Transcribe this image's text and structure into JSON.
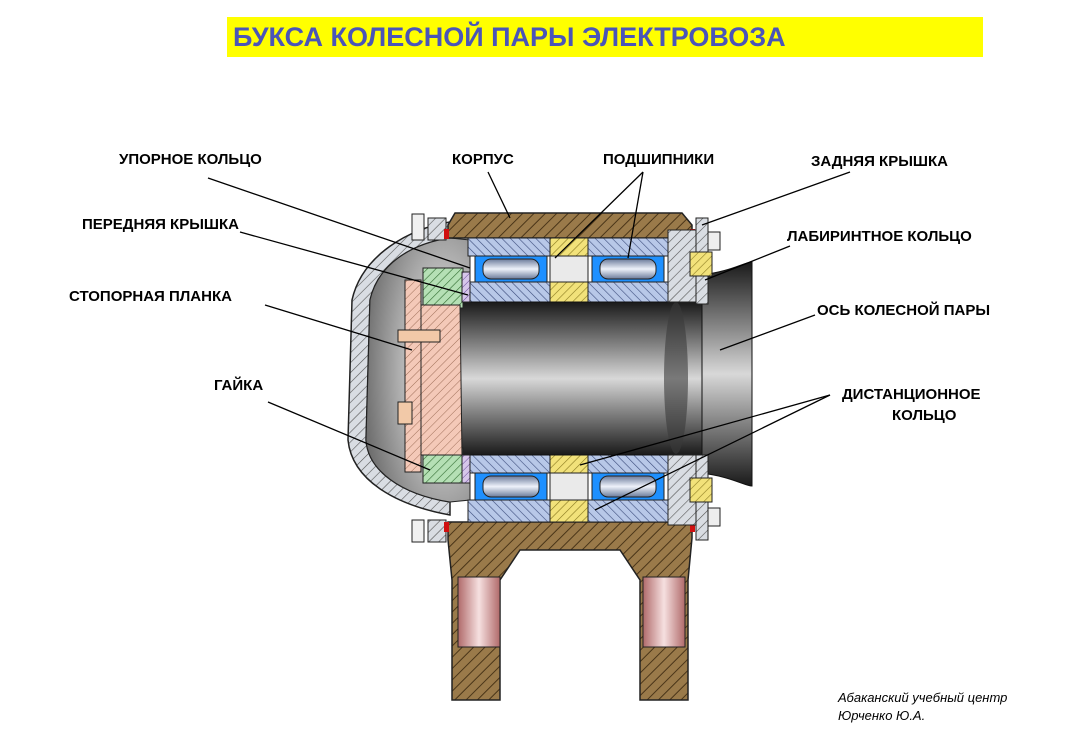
{
  "title": "БУКСА  КОЛЕСНОЙ ПАРЫ ЭЛЕКТРОВОЗА",
  "labels": {
    "upornoe": "УПОРНОЕ КОЛЬЦО",
    "korpus": "КОРПУС",
    "podshipniki": "ПОДШИПНИКИ",
    "zadnyaya": "ЗАДНЯЯ КРЫШКА",
    "perednyaya": "ПЕРЕДНЯЯ КРЫШКА",
    "labirintnoe": "ЛАБИРИНТНОЕ КОЛЬЦО",
    "stopornaya": "СТОПОРНАЯ ПЛАНКА",
    "os": "ОСЬ КОЛЕСНОЙ ПАРЫ",
    "gaika": "ГАЙКА",
    "distantsionnoe_1": "ДИСТАНЦИОННОЕ",
    "distantsionnoe_2": "КОЛЬЦО"
  },
  "credit": {
    "line1": "Абаканский учебный центр",
    "line2": "Юрченко Ю.А."
  },
  "colors": {
    "title_bg": "#ffff00",
    "title_text": "#4a55b8",
    "housing": "#8b6a3e",
    "bearing_roller": "#1e90ff",
    "axle": "#2a2a2a",
    "spacer": "#e8d96a",
    "nut": "#a8d8a8"
  }
}
